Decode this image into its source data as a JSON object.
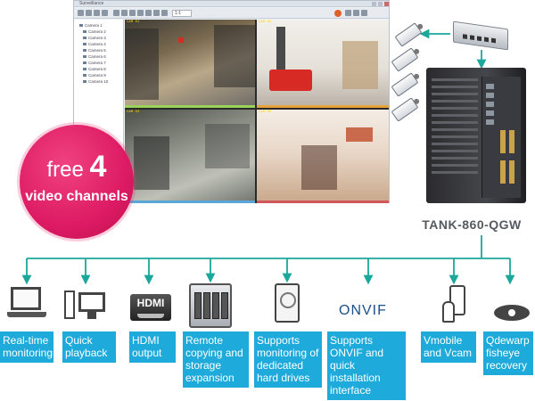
{
  "window": {
    "title": "Surveillance",
    "zoom": "1:1",
    "tree_nodes": [
      "Camera 1",
      "Camera 2",
      "Camera 3",
      "Camera 4",
      "Camera 5",
      "Camera 6",
      "Camera 7",
      "Camera 8",
      "Camera 9",
      "Camera 10"
    ],
    "tile_osd": [
      "CAM 01",
      "CAM 02",
      "CAM 03",
      "CAM 04"
    ]
  },
  "badge": {
    "free": "free",
    "number": "4",
    "channels": "video channels"
  },
  "hardware": {
    "model": "TANK-860-QGW"
  },
  "features": [
    {
      "icon": "laptop-icon",
      "caption": "Real-time monitoring"
    },
    {
      "icon": "desktop-pc-icon",
      "caption": "Quick playback"
    },
    {
      "icon": "hdmi-icon",
      "caption": "HDMI output",
      "icon_text": "HDMI"
    },
    {
      "icon": "nas-storage-icon",
      "caption": "Remote copying and storage expansion"
    },
    {
      "icon": "hard-drive-icon",
      "caption": "Supports monitoring of dedicated hard drives"
    },
    {
      "icon": "onvif-logo",
      "caption": "Supports ONVIF and quick installation interface",
      "icon_text": "ONVIF"
    },
    {
      "icon": "mobile-phone-icon",
      "caption": "Vmobile and Vcam"
    },
    {
      "icon": "fisheye-eye-icon",
      "caption": "Qdewarp fisheye recovery"
    }
  ],
  "colors": {
    "accent_teal": "#1ba79a",
    "caption_blue": "#1eaadb",
    "badge_pink": "#dd1b64"
  }
}
